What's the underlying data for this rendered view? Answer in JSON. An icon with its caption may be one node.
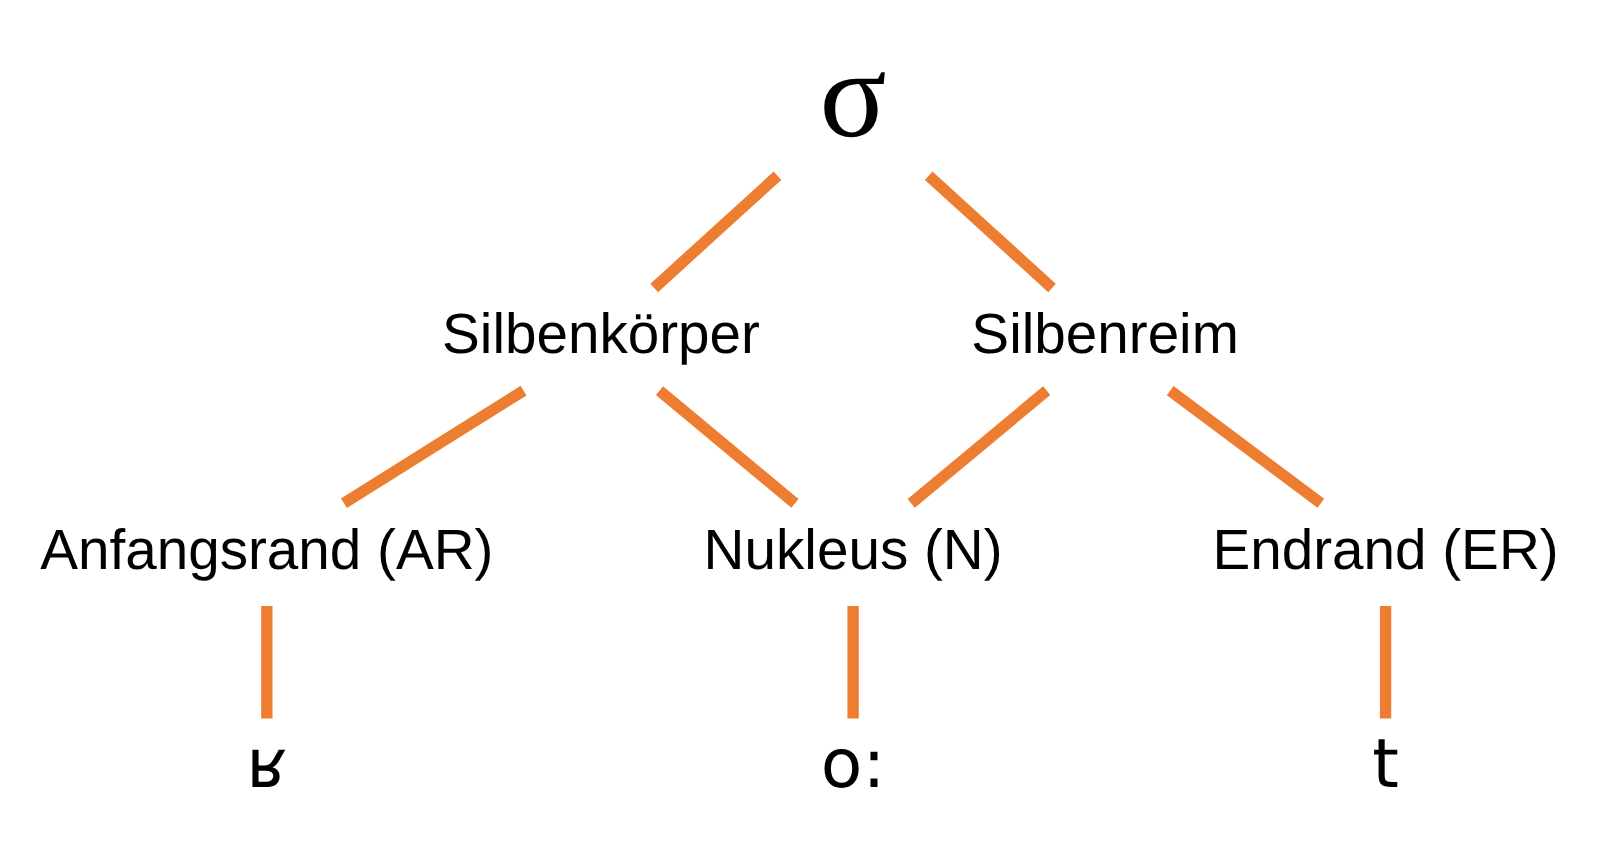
{
  "diagram": {
    "nodes": [
      {
        "text": [
          "σ"
        ]
      },
      {
        "text": [
          "Silbenkörper"
        ]
      },
      {
        "text": [
          "Silbenreim"
        ]
      },
      {
        "text": [
          "Anfangsrand (AR)"
        ]
      },
      {
        "text": [
          "Nukleus (N)"
        ]
      },
      {
        "text": [
          "Endrand (ER)"
        ]
      },
      {
        "text": [
          "ʁ"
        ]
      },
      {
        "text": [
          "o:"
        ]
      },
      {
        "text": [
          "t"
        ]
      }
    ],
    "edges": [
      {
        "from": 0,
        "to": 1,
        "arrow": "none"
      },
      {
        "from": 0,
        "to": 2,
        "arrow": "none"
      },
      {
        "from": 1,
        "to": 3,
        "arrow": "none"
      },
      {
        "from": 1,
        "to": 4,
        "arrow": "none"
      },
      {
        "from": 2,
        "to": 4,
        "arrow": "none"
      },
      {
        "from": 2,
        "to": 5,
        "arrow": "none"
      },
      {
        "from": 3,
        "to": 6,
        "arrow": "none"
      },
      {
        "from": 4,
        "to": 7,
        "arrow": "none"
      },
      {
        "from": 5,
        "to": 8,
        "arrow": "none"
      }
    ]
  }
}
